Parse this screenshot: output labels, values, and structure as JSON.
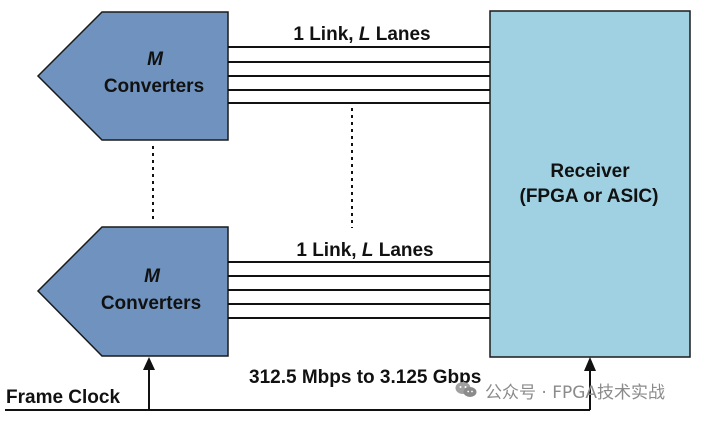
{
  "diagram": {
    "top_converter": {
      "line1": "M",
      "line2": "Converters"
    },
    "bottom_converter": {
      "line1": "M",
      "line2": "Converters"
    },
    "top_link_label": {
      "prefix": "1 Link, ",
      "var": "L",
      "suffix": " Lanes"
    },
    "bottom_link_label": {
      "prefix": "1 Link, ",
      "var": "L",
      "suffix": " Lanes"
    },
    "receiver": {
      "line1": "Receiver",
      "line2": "(FPGA or ASIC)"
    },
    "frame_clock_label": "Frame Clock",
    "rate_label": "312.5 Mbps to 3.125 Gbps",
    "watermark_text": "公众号 · FPGA技术实战",
    "colors": {
      "converter_fill": "#6f93be",
      "converter_stroke": "#1a1a1a",
      "receiver_fill": "#9fd1e2",
      "receiver_stroke": "#1a1a1a",
      "line": "#111111",
      "watermark": "#8b8b8b"
    },
    "icons": {
      "watermark_icon": "wechat-icon"
    }
  }
}
